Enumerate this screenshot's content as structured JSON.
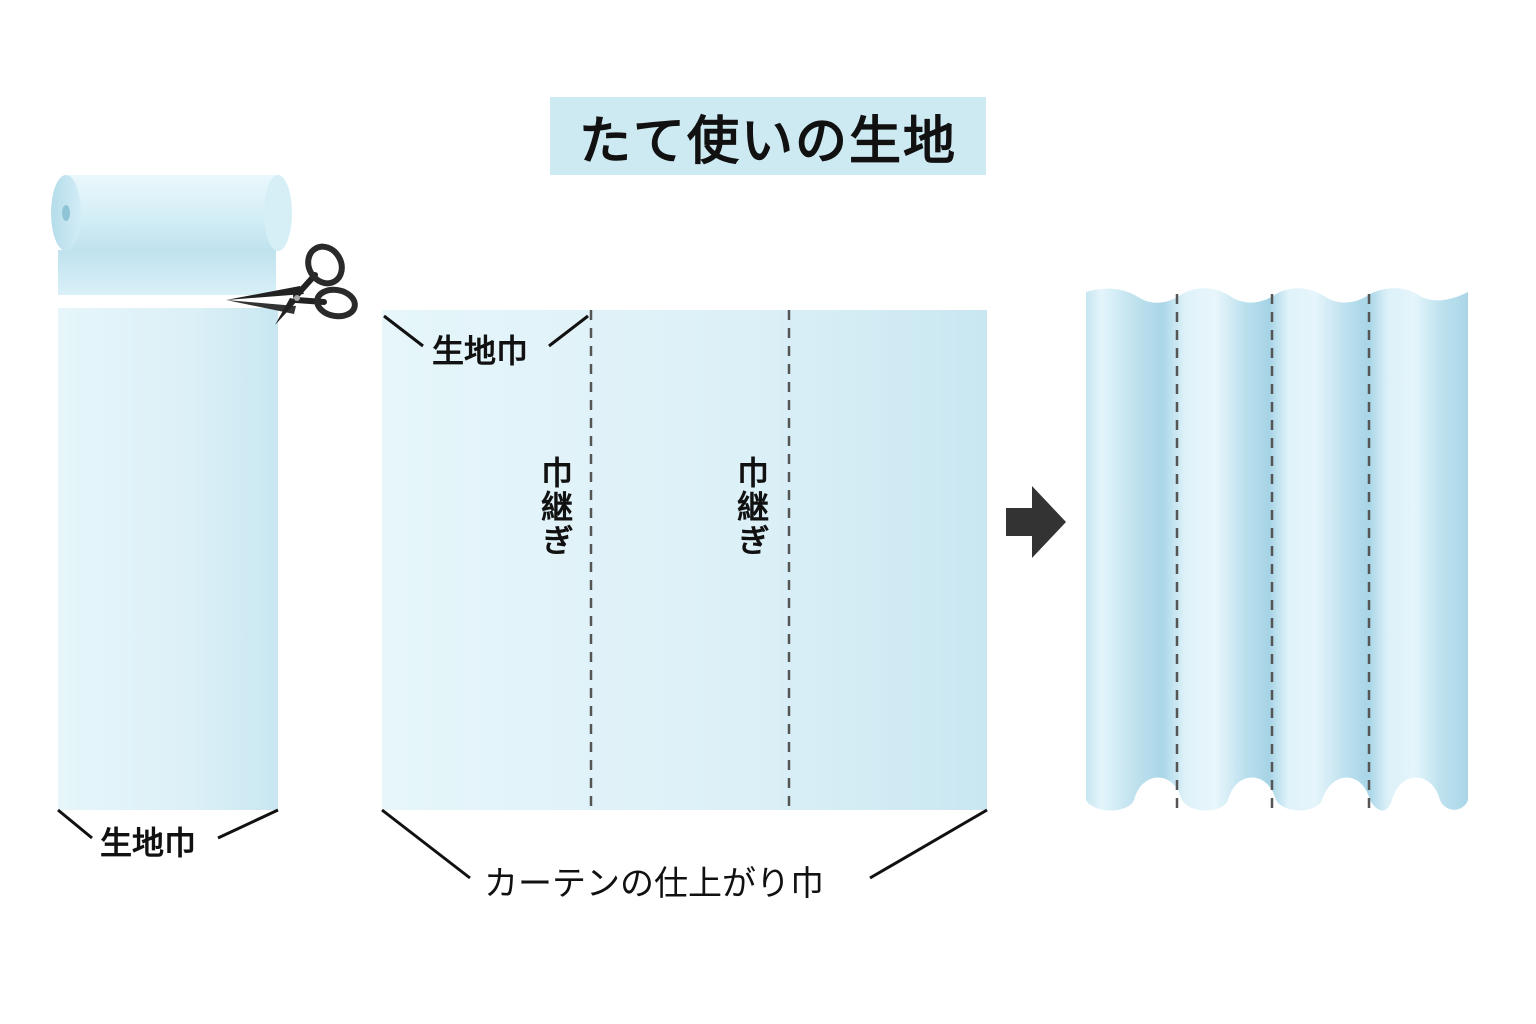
{
  "title": "たて使いの生地",
  "labels": {
    "roll_width": "生地巾",
    "panel_width": "生地巾",
    "seam": "巾継ぎ",
    "finished_width": "カーテンの仕上がり巾"
  },
  "colors": {
    "title_background": "#cde9f1",
    "fabric_light": "#e3f4fa",
    "fabric_mid": "#cce8f2",
    "curtain_fold": "#a8d6e8",
    "line": "#111111",
    "seam_dash": "#555555",
    "arrow": "#333333"
  },
  "icons": {
    "scissors": "scissors-icon",
    "arrow": "arrow-right-icon",
    "roll": "fabric-roll-icon"
  }
}
